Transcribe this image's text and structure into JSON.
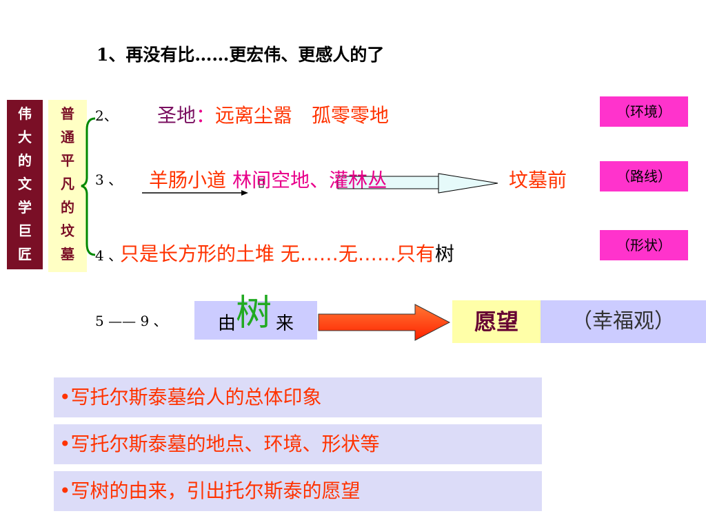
{
  "line1": "1、再没有比……更宏伟、更感人的了",
  "left_box": [
    "伟",
    "大",
    "的",
    "文",
    "学",
    "巨",
    "匠"
  ],
  "right_box": [
    "普",
    "通",
    "平",
    "凡",
    "的",
    "坟",
    "墓"
  ],
  "row2": {
    "num": "2、",
    "label": "圣地",
    "colon": "：",
    "text": "远离尘嚣　孤零零地",
    "tag": "（环境）"
  },
  "row3": {
    "num": "3 、",
    "a": "羊肠小道",
    "b": "林间空地、灌林丛",
    "c": "坟墓前",
    "tag": "（路线）"
  },
  "row4": {
    "num": "4 、",
    "red_text": "只是长方形的土堆 无……无……只有",
    "black_text": "树",
    "tag": "（形状）"
  },
  "row5": {
    "num": "5 —— 9 、",
    "box_left": "由",
    "box_right": "来",
    "big_char": "树",
    "wish": "愿望",
    "happy": "（幸福观）"
  },
  "summary": [
    "•写托尔斯泰墓给人的总体印象",
    "•写托尔斯泰墓的地点、环境、形状等",
    "•写树的由来，引出托尔斯泰的愿望"
  ],
  "colors": {
    "red": "#ff3300",
    "magenta": "#ff33cc",
    "maroon": "#7a0f26",
    "lavender": "#ccccff",
    "green": "#22aa22"
  }
}
